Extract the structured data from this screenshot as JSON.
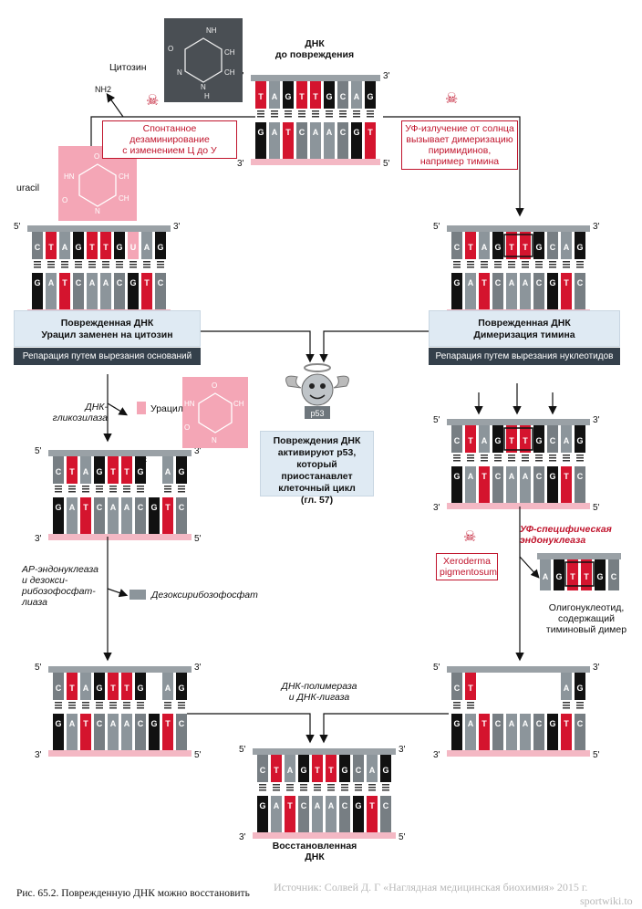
{
  "primes": {
    "five": "5'",
    "three": "3'"
  },
  "top_label": {
    "line1": "ДНК",
    "line2": "до повреждения"
  },
  "cytosine": {
    "label": "Цитозин",
    "nh2": "NH2",
    "atoms": [
      "NH",
      "O",
      "N",
      "N",
      "H",
      "CH",
      "CH",
      "NH2"
    ]
  },
  "uracil": {
    "label": "uracil",
    "atoms": [
      "O",
      "HN",
      "CH",
      "O",
      "N",
      "H",
      "CH"
    ]
  },
  "uracil_free": {
    "label": "Урацил",
    "atoms": [
      "O",
      "HN",
      "CH",
      "O",
      "N",
      "H",
      "CH"
    ]
  },
  "spontaneous": {
    "line1": "Спонтанное дезаминирование",
    "line2": "с изменением Ц до У"
  },
  "uv": {
    "line1": "УФ-излучение от солнца",
    "line2": "вызывает димеризацию",
    "line3": "пиримидинов,",
    "line4": "например тимина"
  },
  "left_panel": {
    "line1": "Поврежденная ДНК",
    "line2": "Урацил заменен на цитозин"
  },
  "right_panel": {
    "line1": "Поврежденная ДНК",
    "line2": "Димеризация тимина"
  },
  "left_repair": "Репарация путем вырезания оснований",
  "right_repair": "Репарация путем вырезания нуклеотидов",
  "glycosylase": {
    "line1": "ДНК-",
    "line2": "гликозилаза"
  },
  "p53": {
    "badge": "p53",
    "line1": "Повреждения ДНК",
    "line2": "активируют p53,",
    "line3": "который приостанавлет",
    "line4": "клеточный цикл",
    "line5": "(гл. 57)"
  },
  "ap_enzyme": {
    "line1": "АР-эндонуклеаза",
    "line2": "и дезокси-",
    "line3": "рибозофосфат-",
    "line4": "лиаза"
  },
  "deoxyribose": "Дезоксирибозофосфат",
  "uv_endo": {
    "line1": "УФ-специфическая",
    "line2": "эндонуклеаза"
  },
  "xeroderma": {
    "line1": "Xeroderma",
    "line2": "pigmentosum"
  },
  "oligo": {
    "line1": "Олигонуклеотид,",
    "line2": "содержащий",
    "line3": "тиминовый димер",
    "letters": [
      "A",
      "G",
      "T",
      "T",
      "G",
      "C"
    ]
  },
  "polymerase": {
    "line1": "ДНК-полимераза",
    "line2": "и ДНК-лигаза"
  },
  "restored": "Восстановленная ДНК",
  "strands": {
    "top": [
      "T",
      "A",
      "G",
      "T",
      "T",
      "G",
      "C",
      "A",
      "G"
    ],
    "bottom": [
      "G",
      "A",
      "T",
      "C",
      "A",
      "A",
      "C",
      "G",
      "T",
      "C"
    ],
    "top10": [
      "C",
      "T",
      "A",
      "G",
      "T",
      "T",
      "G",
      "C",
      "A",
      "G"
    ],
    "top_uracil": [
      "C",
      "T",
      "A",
      "G",
      "T",
      "T",
      "G",
      "U",
      "A",
      "G"
    ],
    "cut_left": [
      "C",
      "T"
    ],
    "cut_right": [
      "G",
      "T",
      "C"
    ],
    "cut_right_top": [
      "A",
      "G"
    ]
  },
  "caption": "Рис. 65.2. Поврежденную ДНК можно восстановить",
  "source": "Источник: Солвей Д. Г «Наглядная медицинская биохимия» 2015 г.",
  "site": "sportwiki.to"
}
